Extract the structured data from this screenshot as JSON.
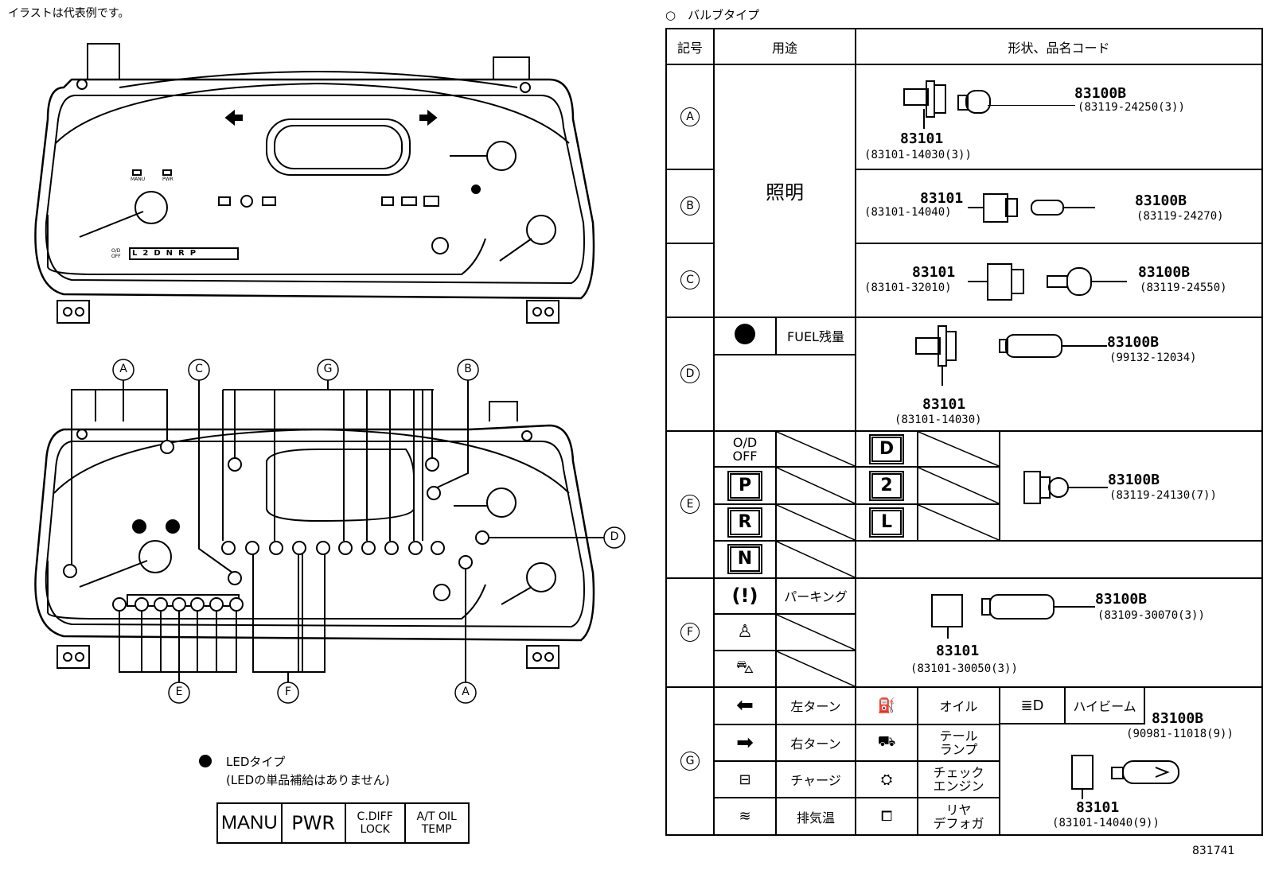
{
  "illustration_note": "イラストは代表例です。",
  "bulb_type_title": "○　バルブタイプ",
  "table": {
    "headers": {
      "symbol": "記号",
      "usage": "用途",
      "shape_code": "形状、品名コード"
    },
    "lighting_label": "照明",
    "rows": {
      "A": {
        "socket_pn": "83101",
        "socket_code": "(83101-14030(3))",
        "bulb_pn": "83100B",
        "bulb_code": "(83119-24250(3))"
      },
      "B": {
        "socket_pn": "83101",
        "socket_code": "(83101-14040)",
        "bulb_pn": "83100B",
        "bulb_code": "(83119-24270)"
      },
      "C": {
        "socket_pn": "83101",
        "socket_code": "(83101-32010)",
        "bulb_pn": "83100B",
        "bulb_code": "(83119-24550)"
      },
      "D": {
        "usage": "FUEL残量",
        "socket_pn": "83101",
        "socket_code": "(83101-14030)",
        "bulb_pn": "83100B",
        "bulb_code": "(99132-12034)"
      },
      "E": {
        "od_off": "O/D\nOFF",
        "gears": [
          "P",
          "R",
          "N",
          "D",
          "2",
          "L"
        ],
        "bulb_pn": "83100B",
        "bulb_code": "(83119-24130(7))"
      },
      "F": {
        "usage": "パーキング",
        "socket_pn": "83101",
        "socket_code": "(83101-30050(3))",
        "bulb_pn": "83100B",
        "bulb_code": "(83109-30070(3))"
      },
      "G": {
        "items": [
          "左ターン",
          "右ターン",
          "チャージ",
          "排気温",
          "オイル",
          "テール\nランプ",
          "チェック\nエンジン",
          "リヤ\nデフォガ",
          "ハイビーム"
        ],
        "socket_pn": "83101",
        "socket_code": "(83101-14040(9))",
        "bulb_pn": "83100B",
        "bulb_code": "(90981-11018(9))"
      }
    },
    "symbols": [
      "A",
      "B",
      "C",
      "D",
      "E",
      "F",
      "G"
    ]
  },
  "diagram": {
    "callouts": [
      "A",
      "C",
      "G",
      "B",
      "D",
      "A",
      "E",
      "F"
    ],
    "top_indicators": [
      "MANU",
      "PWR"
    ],
    "od_label": "O/D\nOFF",
    "gear_row": [
      "L",
      "2",
      "D",
      "N",
      "R",
      "P"
    ]
  },
  "led": {
    "legend_line1": "LEDタイプ",
    "legend_line2": "(LEDの単品補給はありません)",
    "cells": [
      "MANU",
      "PWR",
      "C.DIFF\nLOCK",
      "A/T OIL\nTEMP"
    ]
  },
  "figure_number": "831741"
}
